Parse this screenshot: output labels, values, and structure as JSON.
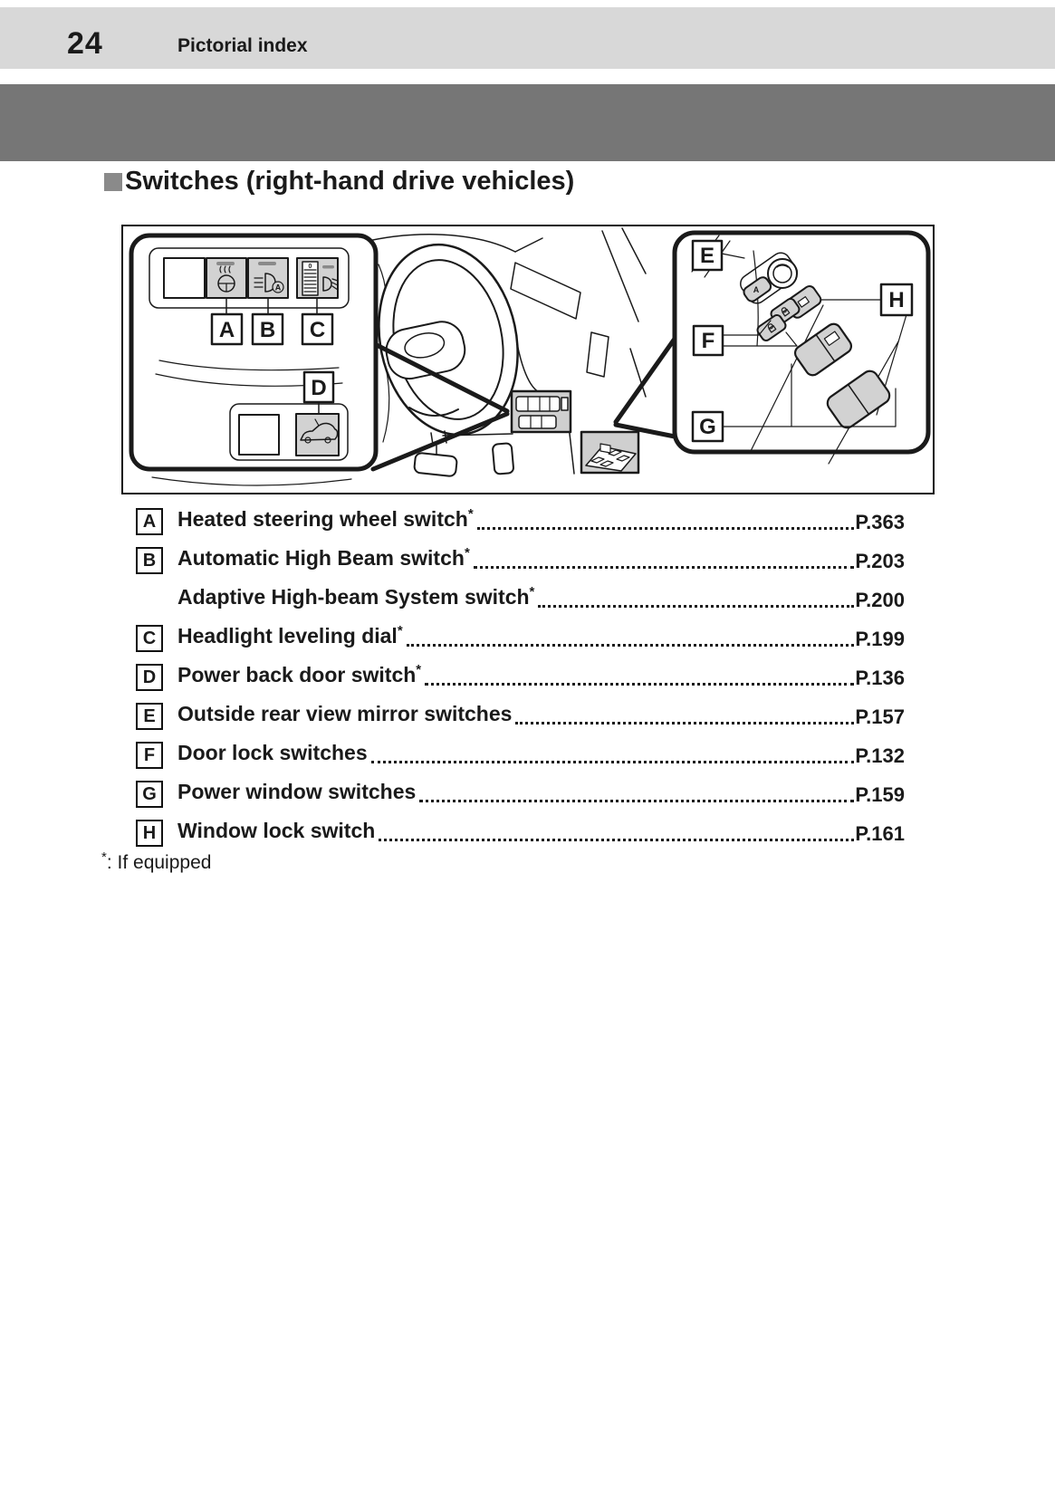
{
  "header": {
    "page_number": "24",
    "title": "Pictorial index"
  },
  "section": {
    "title": "Switches (right-hand drive vehicles)"
  },
  "diagram": {
    "callouts": [
      "A",
      "B",
      "C",
      "D",
      "E",
      "F",
      "G",
      "H"
    ],
    "glyphs": {
      "circled_a": "A",
      "dial_zero": "0",
      "selector_a": "A"
    }
  },
  "index_items": [
    {
      "label": "A",
      "text": "Heated steering wheel switch",
      "asterisk": "*",
      "page": "P.363"
    },
    {
      "label": "B",
      "text": "Automatic High Beam switch",
      "asterisk": "*",
      "page": "P.203"
    },
    {
      "label": "",
      "text": "Adaptive High-beam System switch",
      "asterisk": "*",
      "page": "P.200"
    },
    {
      "label": "C",
      "text": "Headlight leveling dial",
      "asterisk": "*",
      "page": "P.199"
    },
    {
      "label": "D",
      "text": "Power back door switch",
      "asterisk": "*",
      "page": "P.136"
    },
    {
      "label": "E",
      "text": "Outside rear view mirror switches",
      "asterisk": "",
      "page": "P.157"
    },
    {
      "label": "F",
      "text": "Door lock switches",
      "asterisk": "",
      "page": "P.132"
    },
    {
      "label": "G",
      "text": "Power window switches",
      "asterisk": "",
      "page": "P.159"
    },
    {
      "label": "H",
      "text": "Window lock switch",
      "asterisk": "",
      "page": "P.161"
    }
  ],
  "footnote": {
    "symbol": "*",
    "text": ": If equipped"
  },
  "colors": {
    "header_bar": "#d8d8d8",
    "band": "#767676",
    "switch_fill": "#d2d2d2",
    "inset_fill": "#cfcfcf",
    "bullet": "#8a8a8a",
    "text": "#1a1a1a"
  }
}
